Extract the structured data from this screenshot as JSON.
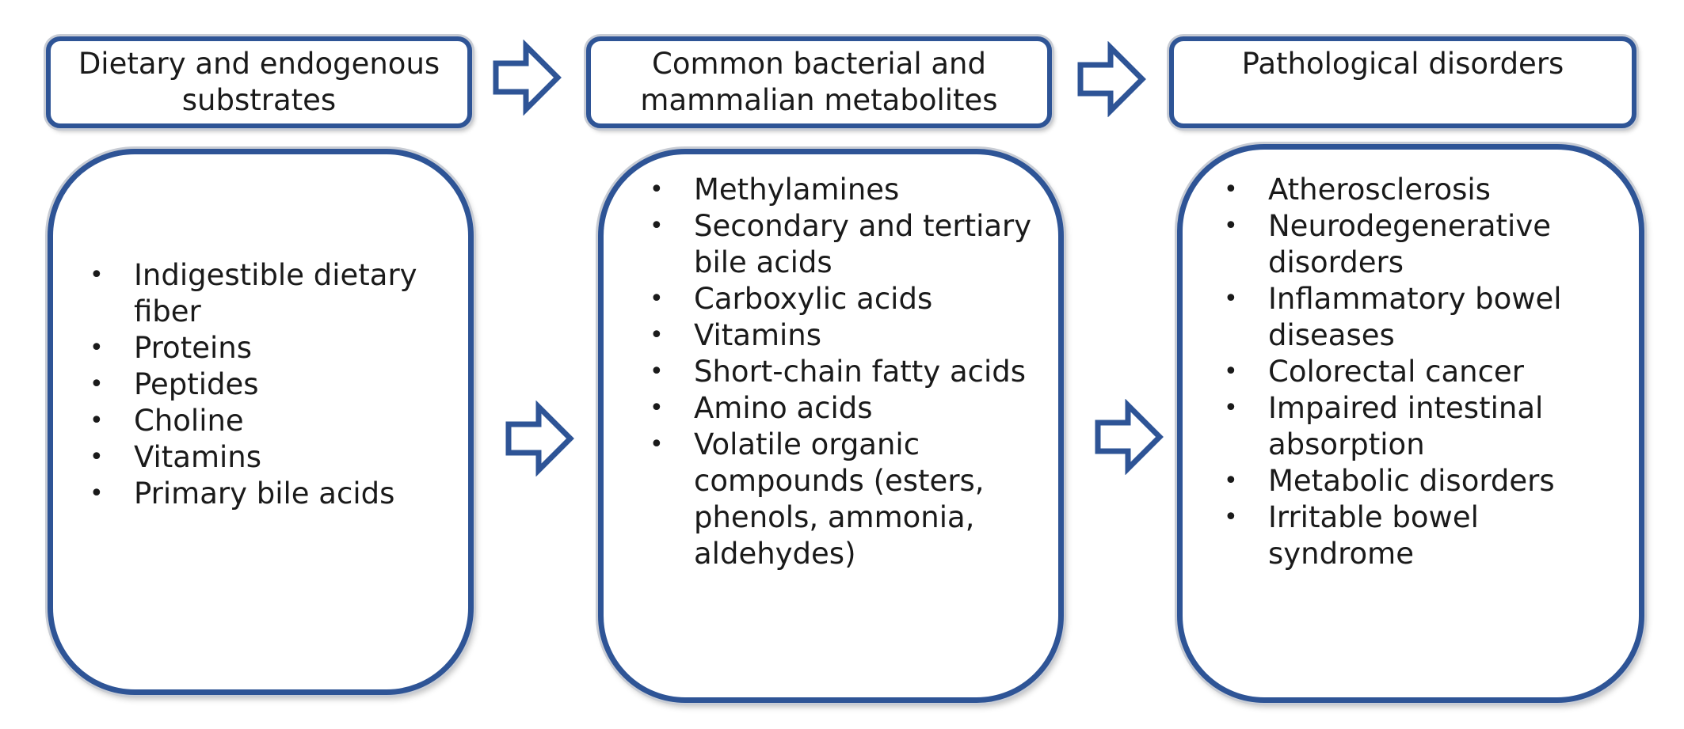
{
  "columns": [
    {
      "header": "Dietary and endogenous substrates",
      "items": [
        "Indigestible dietary fiber",
        "Proteins",
        "Peptides",
        "Choline",
        "Vitamins",
        "Primary bile acids"
      ]
    },
    {
      "header": "Common bacterial and mammalian metabolites",
      "items": [
        "Methylamines",
        "Secondary and tertiary bile acids",
        "Carboxylic acids",
        "Vitamins",
        "Short-chain fatty acids",
        "Amino acids",
        "Volatile organic compounds (esters, phenols, ammonia, aldehydes)"
      ]
    },
    {
      "header": "Pathological disorders",
      "items": [
        "Atherosclerosis",
        "Neurodegenerative disorders",
        "Inflammatory bowel diseases",
        "Colorectal cancer",
        "Impaired intestinal absorption",
        "Metabolic disorders",
        "Irritable bowel syndrome"
      ]
    }
  ],
  "colors": {
    "border": "#2e5496",
    "arrow_fill": "#ffffff"
  },
  "bullet_symbol": "•"
}
